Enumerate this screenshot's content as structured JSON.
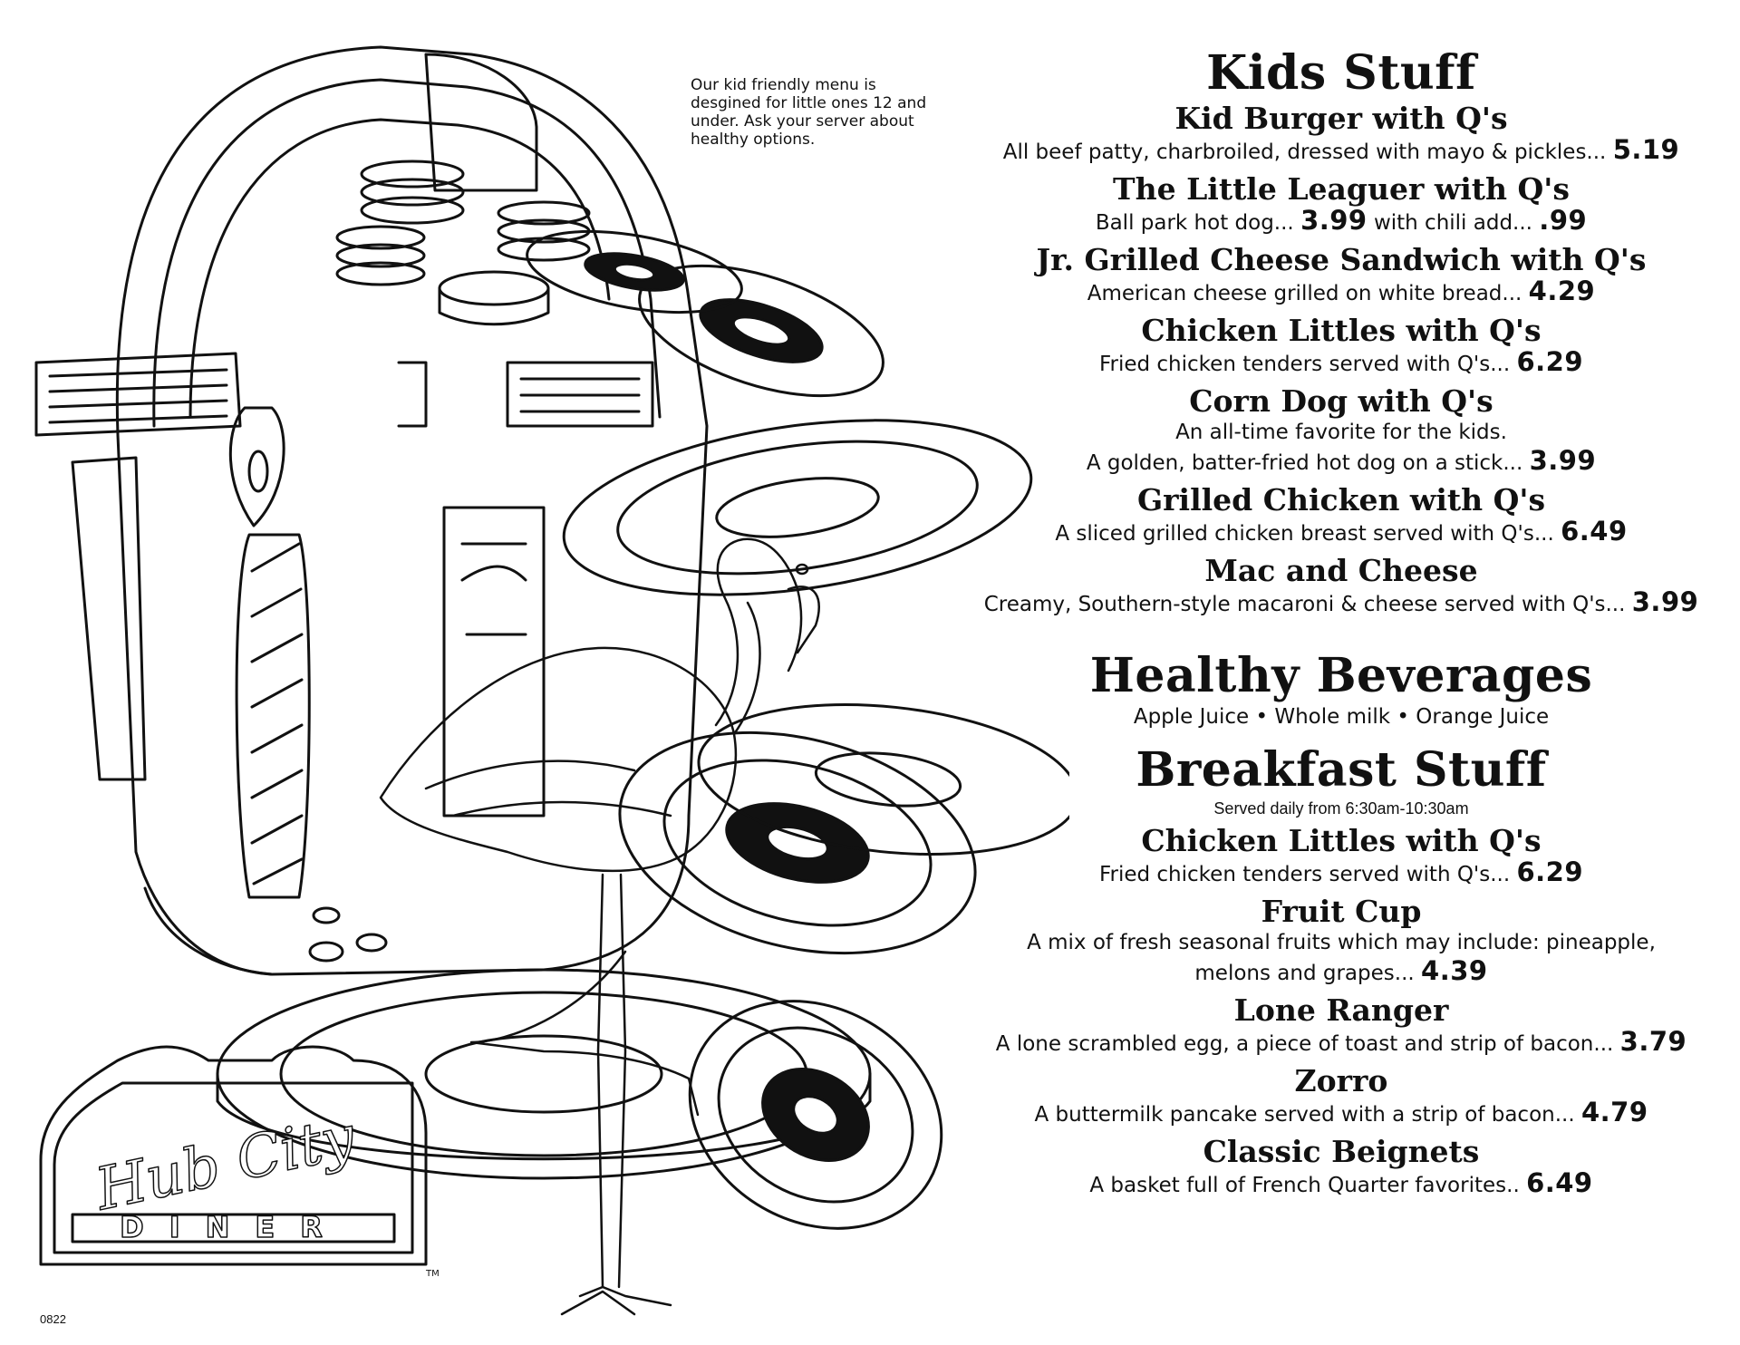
{
  "note": "Our kid friendly menu is desgined for little ones 12 and under. Ask your server about healthy options.",
  "code": "0822",
  "logo": {
    "script": "Hub City",
    "word": "DINER",
    "tm": "TM"
  },
  "kids": {
    "title": "Kids Stuff",
    "items": [
      {
        "name": "Kid Burger with Q's",
        "lines": [
          {
            "text": "All beef patty, charbroiled, dressed with mayo & pickles...",
            "price": "5.19"
          }
        ]
      },
      {
        "name": "The Little Leaguer with Q's",
        "lines": [
          {
            "text": "Ball park hot dog...",
            "price": "3.99",
            "text2": "with chili add...",
            "price2": ".99"
          }
        ]
      },
      {
        "name": "Jr. Grilled Cheese Sandwich with Q's",
        "lines": [
          {
            "text": "American cheese grilled on white bread...",
            "price": "4.29"
          }
        ]
      },
      {
        "name": "Chicken Littles with Q's",
        "lines": [
          {
            "text": "Fried chicken tenders served with Q's...",
            "price": "6.29"
          }
        ]
      },
      {
        "name": "Corn Dog with Q's",
        "lines": [
          {
            "text": "An all-time favorite for the kids."
          },
          {
            "text": "A golden, batter-fried hot dog on a stick...",
            "price": "3.99"
          }
        ]
      },
      {
        "name": "Grilled Chicken with Q's",
        "lines": [
          {
            "text": "A sliced grilled chicken breast served with Q's...",
            "price": "6.49"
          }
        ]
      },
      {
        "name": "Mac and Cheese",
        "lines": [
          {
            "text": "Creamy, Southern-style macaroni & cheese served with Q's...",
            "price": "3.99"
          }
        ]
      }
    ]
  },
  "beverages": {
    "title": "Healthy Beverages",
    "list": "Apple Juice • Whole milk • Orange Juice"
  },
  "breakfast": {
    "title": "Breakfast Stuff",
    "subtitle": "Served daily from 6:30am-10:30am",
    "items": [
      {
        "name": "Chicken Littles with Q's",
        "lines": [
          {
            "text": "Fried chicken tenders served with Q's...",
            "price": "6.29"
          }
        ]
      },
      {
        "name": "Fruit Cup",
        "lines": [
          {
            "text": "A mix of fresh seasonal fruits which may include: pineapple,"
          },
          {
            "text": "melons and grapes...",
            "price": "4.39"
          }
        ]
      },
      {
        "name": "Lone Ranger",
        "lines": [
          {
            "text": "A lone scrambled egg, a piece of toast and strip of bacon...",
            "price": "3.79"
          }
        ]
      },
      {
        "name": "Zorro",
        "lines": [
          {
            "text": "A buttermilk pancake served with a strip of bacon...",
            "price": "4.79"
          }
        ]
      },
      {
        "name": "Classic Beignets",
        "lines": [
          {
            "text": "A basket full of French Quarter favorites..",
            "price": "6.49"
          }
        ]
      }
    ]
  }
}
